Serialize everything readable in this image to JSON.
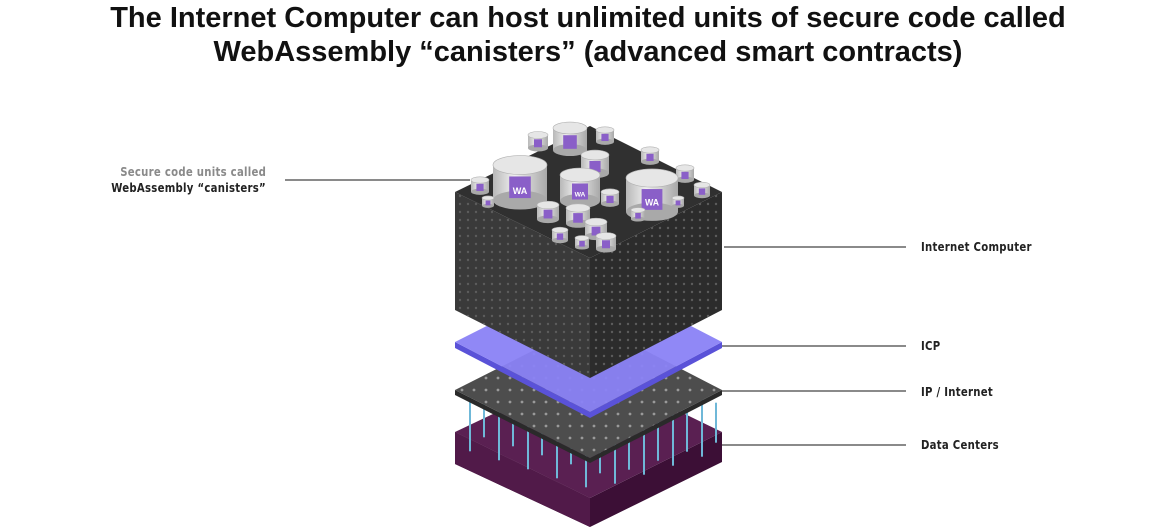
{
  "title": {
    "line1": "The Internet Computer can host unlimited units of secure code called",
    "line2": "WebAssembly “canisters” (advanced smart contracts)"
  },
  "labels": {
    "canisters_line1": "Secure code units called",
    "canisters_line2": "WebAssembly “canisters”",
    "internet_computer": "Internet Computer",
    "icp": "ICP",
    "ip_internet": "IP / Internet",
    "data_centers": "Data Centers"
  },
  "canister_logo": "WA",
  "colors": {
    "cube": "#3a3a3a",
    "icp": "#7b74f0",
    "ip": "#4a4a4a",
    "data_centers": "#4a1640",
    "canister": "#d9d9d9",
    "logo": "#8a5fc8"
  }
}
